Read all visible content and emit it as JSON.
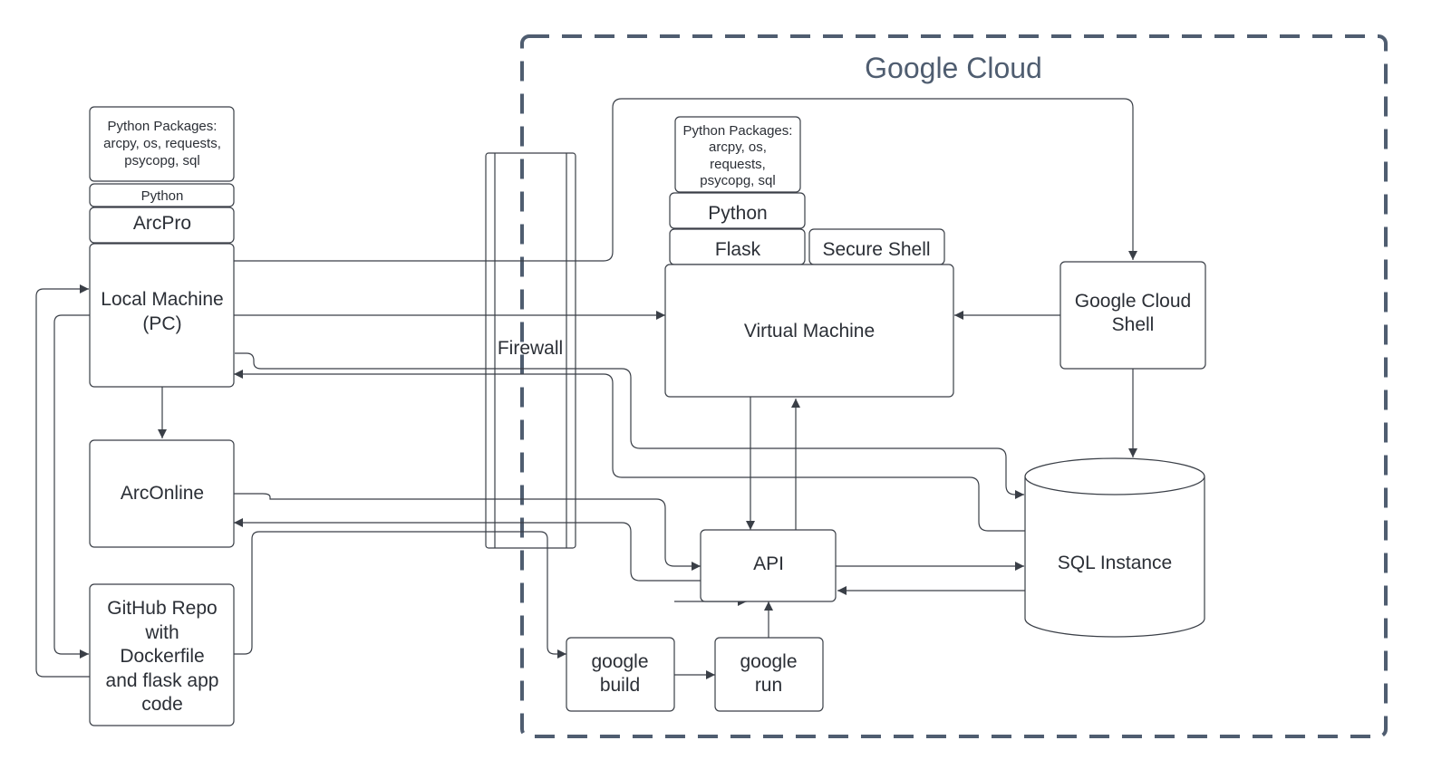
{
  "title": "Google Cloud",
  "nodes": {
    "local_pkgs": [
      "Python Packages:",
      "arcpy, os, requests,",
      "psycopg, sql"
    ],
    "local_python": "Python",
    "arcpro": "ArcPro",
    "local_machine": [
      "Local Machine",
      "(PC)"
    ],
    "arconline": "ArcOnline",
    "github": [
      "GitHub Repo",
      "with",
      "Dockerfile",
      "and flask app",
      "code"
    ],
    "firewall": "Firewall",
    "vm_pkgs": [
      "Python Packages:",
      "arcpy, os,",
      "requests,",
      "psycopg, sql"
    ],
    "vm_python": "Python",
    "flask": "Flask",
    "secure_shell": "Secure Shell",
    "virtual_machine": "Virtual Machine",
    "cloud_shell": [
      "Google Cloud",
      "Shell"
    ],
    "api": "API",
    "sql_instance": "SQL Instance",
    "google_build": [
      "google",
      "build"
    ],
    "google_run": [
      "google",
      "run"
    ]
  },
  "colors": {
    "frame": "#4f5d70",
    "stroke": "#3a3f47",
    "text": "#2b2f36"
  }
}
